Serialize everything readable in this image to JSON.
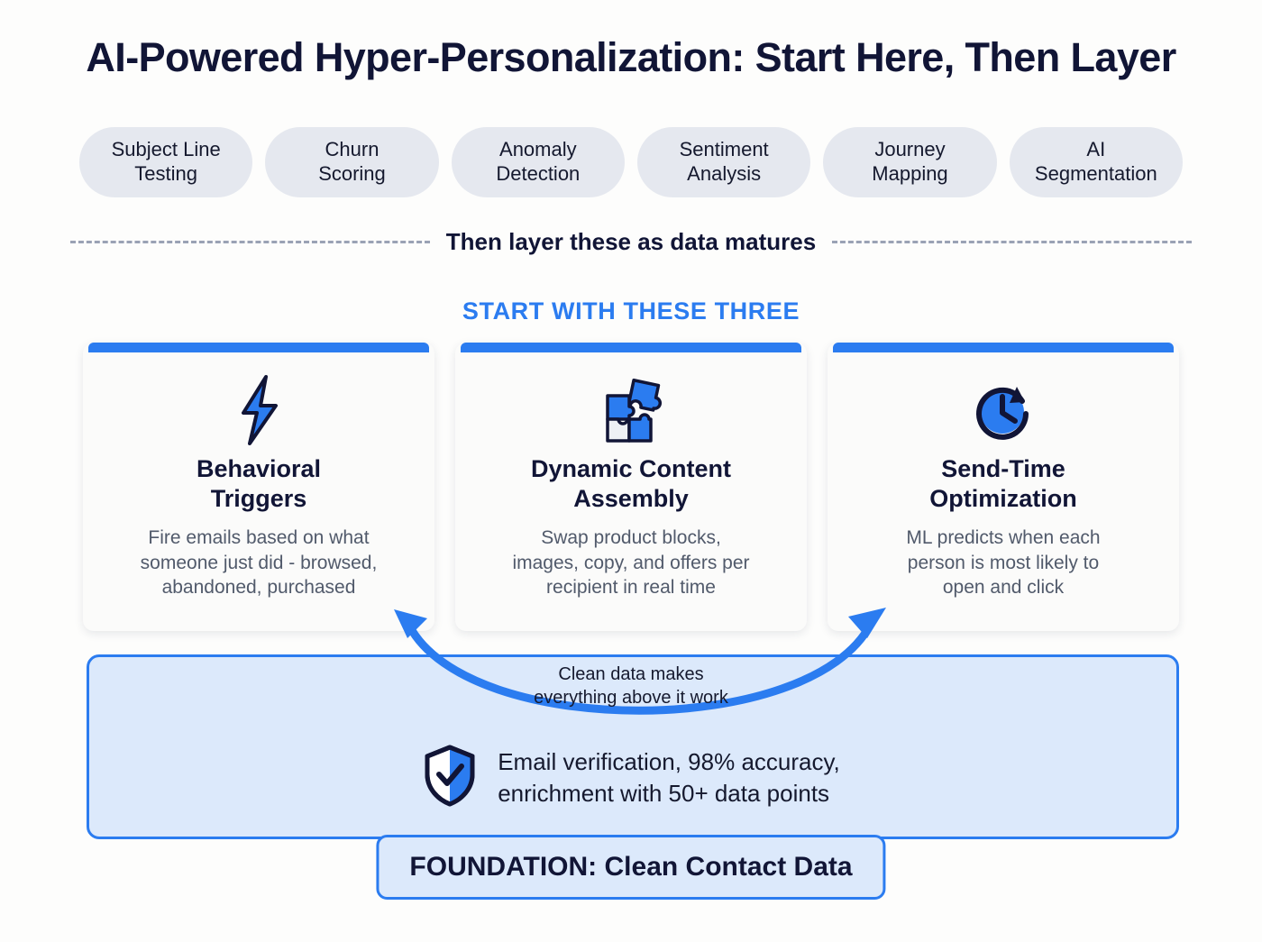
{
  "page": {
    "title": "AI-Powered Hyper-Personalization: Start Here, Then Layer",
    "background_color": "#fdfdfc",
    "accent_color": "#2b7cf0",
    "ink_color": "#111536"
  },
  "layer_chips": {
    "items": [
      {
        "label": "Subject Line\nTesting"
      },
      {
        "label": "Churn\nScoring"
      },
      {
        "label": "Anomaly\nDetection"
      },
      {
        "label": "Sentiment\nAnalysis"
      },
      {
        "label": "Journey\nMapping"
      },
      {
        "label": "AI\nSegmentation"
      }
    ]
  },
  "divider": {
    "label": "Then layer these as data matures"
  },
  "section": {
    "heading": "START WITH THESE THREE"
  },
  "cards": [
    {
      "icon": "lightning-bolt-icon",
      "title": "Behavioral\nTriggers",
      "description": "Fire emails based on what\nsomeone just did - browsed,\nabandoned, purchased"
    },
    {
      "icon": "puzzle-pieces-icon",
      "title": "Dynamic Content\nAssembly",
      "description": "Swap product blocks,\nimages, copy, and offers per\nrecipient in real time"
    },
    {
      "icon": "clock-refresh-icon",
      "title": "Send-Time\nOptimization",
      "description": "ML predicts when each\nperson is most likely to\nopen and click"
    }
  ],
  "arrow": {
    "caption": "Clean data makes\neverything above it work"
  },
  "foundation": {
    "icon": "shield-check-icon",
    "text": "Email verification, 98% accuracy,\nenrichment with 50+ data points",
    "badge_label": "FOUNDATION: Clean Contact Data"
  }
}
